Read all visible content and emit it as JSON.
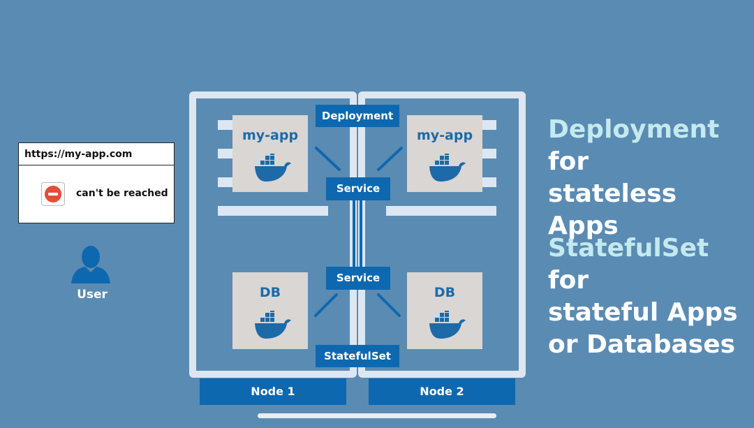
{
  "browser": {
    "url": "https://my-app.com",
    "error_text": "can't be reached"
  },
  "user": {
    "label": "User"
  },
  "tags": {
    "deployment": "Deployment",
    "service_top": "Service",
    "service_bottom": "Service",
    "statefulset": "StatefulSet"
  },
  "pods": {
    "app_left": "my-app",
    "app_right": "my-app",
    "db_left": "DB",
    "db_right": "DB"
  },
  "nodes": {
    "node1": "Node 1",
    "node2": "Node 2"
  },
  "right_text": {
    "deployment_highlight": "Deployment",
    "deployment_rest_1": " for",
    "deployment_rest_2": "stateless Apps",
    "statefulset_highlight": "StatefulSet",
    "statefulset_rest_1": " for",
    "statefulset_rest_2": "stateful Apps",
    "statefulset_rest_3": "or Databases"
  },
  "colors": {
    "background": "#5a8bb3",
    "accent": "#0e68b0",
    "highlight": "#c4e9ee",
    "error": "#e44d3a"
  }
}
